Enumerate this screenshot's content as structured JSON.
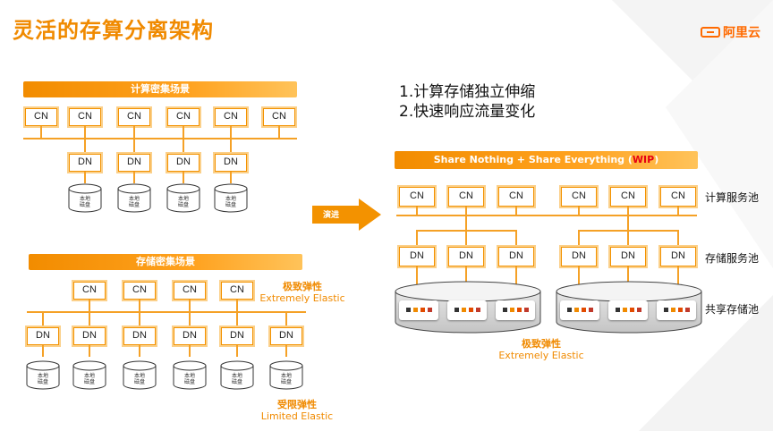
{
  "title": "灵活的存算分离架构",
  "logo": {
    "text": "阿里云"
  },
  "left_top": {
    "bar_label": "计算密集场景",
    "cn_nodes": [
      "CN",
      "CN",
      "CN",
      "CN",
      "CN",
      "CN"
    ],
    "dn_nodes": [
      "DN",
      "DN",
      "DN",
      "DN"
    ],
    "disk_label_1": "本地",
    "disk_label_2": "磁盘"
  },
  "left_bottom": {
    "bar_label": "存储密集场景",
    "cn_nodes": [
      "CN",
      "CN",
      "CN",
      "CN"
    ],
    "dn_nodes": [
      "DN",
      "DN",
      "DN",
      "DN",
      "DN",
      "DN"
    ],
    "disk_label_1": "本地",
    "disk_label_2": "磁盘",
    "note1_zh": "极致弹性",
    "note1_en": "Extremely Elastic",
    "note2_zh": "受限弹性",
    "note2_en": "Limited Elastic"
  },
  "arrow_label": "演进",
  "right": {
    "goal_1": "1.计算存储独立伸缩",
    "goal_2": "2.快速响应流量变化",
    "bar_text": "Share Nothing + Share Everything (",
    "bar_wip": "WIP",
    "bar_end": ")",
    "cn_nodes": [
      "CN",
      "CN",
      "CN",
      "CN",
      "CN",
      "CN"
    ],
    "dn_nodes": [
      "DN",
      "DN",
      "DN",
      "DN",
      "DN",
      "DN"
    ],
    "pool_compute": "计算服务池",
    "pool_storage": "存储服务池",
    "pool_shared": "共享存储池",
    "note_zh": "极致弹性",
    "note_en": "Extremely Elastic"
  },
  "colors": {
    "accent": "#f39200",
    "brand": "#ff6a00",
    "wip": "#e60012"
  }
}
